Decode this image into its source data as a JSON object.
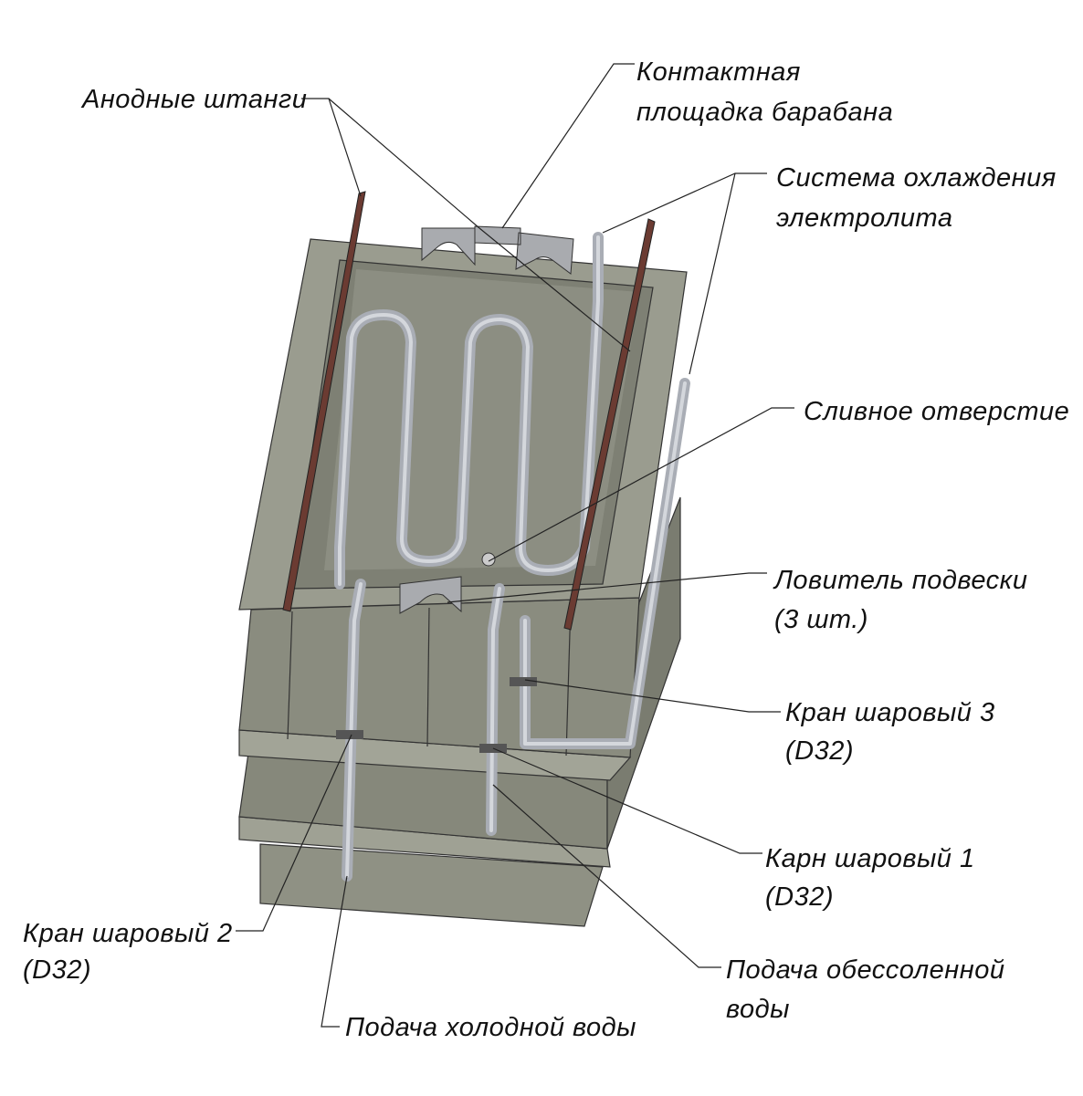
{
  "labels": {
    "anode_rods": "Анодные штанги",
    "contact_pad_1": "Контактная",
    "contact_pad_2": "площадка барабана",
    "cooling_1": "Система охлаждения",
    "cooling_2": "электролита",
    "drain": "Сливное отверстие",
    "catcher_1": "Ловитель подвески",
    "catcher_2": "(3 шт.)",
    "valve3_1": "Кран шаровый 3",
    "valve3_2": "(D32)",
    "valve1_1": "Карн шаровый 1",
    "valve1_2": "(D32)",
    "valve2_1": "Кран шаровый 2",
    "valve2_2": "(D32)",
    "demin_1": "Подача обессоленной",
    "demin_2": "воды",
    "cold_water": "Подача холодной воды"
  },
  "colors": {
    "body": "#8b8d80",
    "rim": "#9a9c8f",
    "inner": "#7e8074",
    "rod": "#6b3b32",
    "pipe": "#a9adb5"
  }
}
